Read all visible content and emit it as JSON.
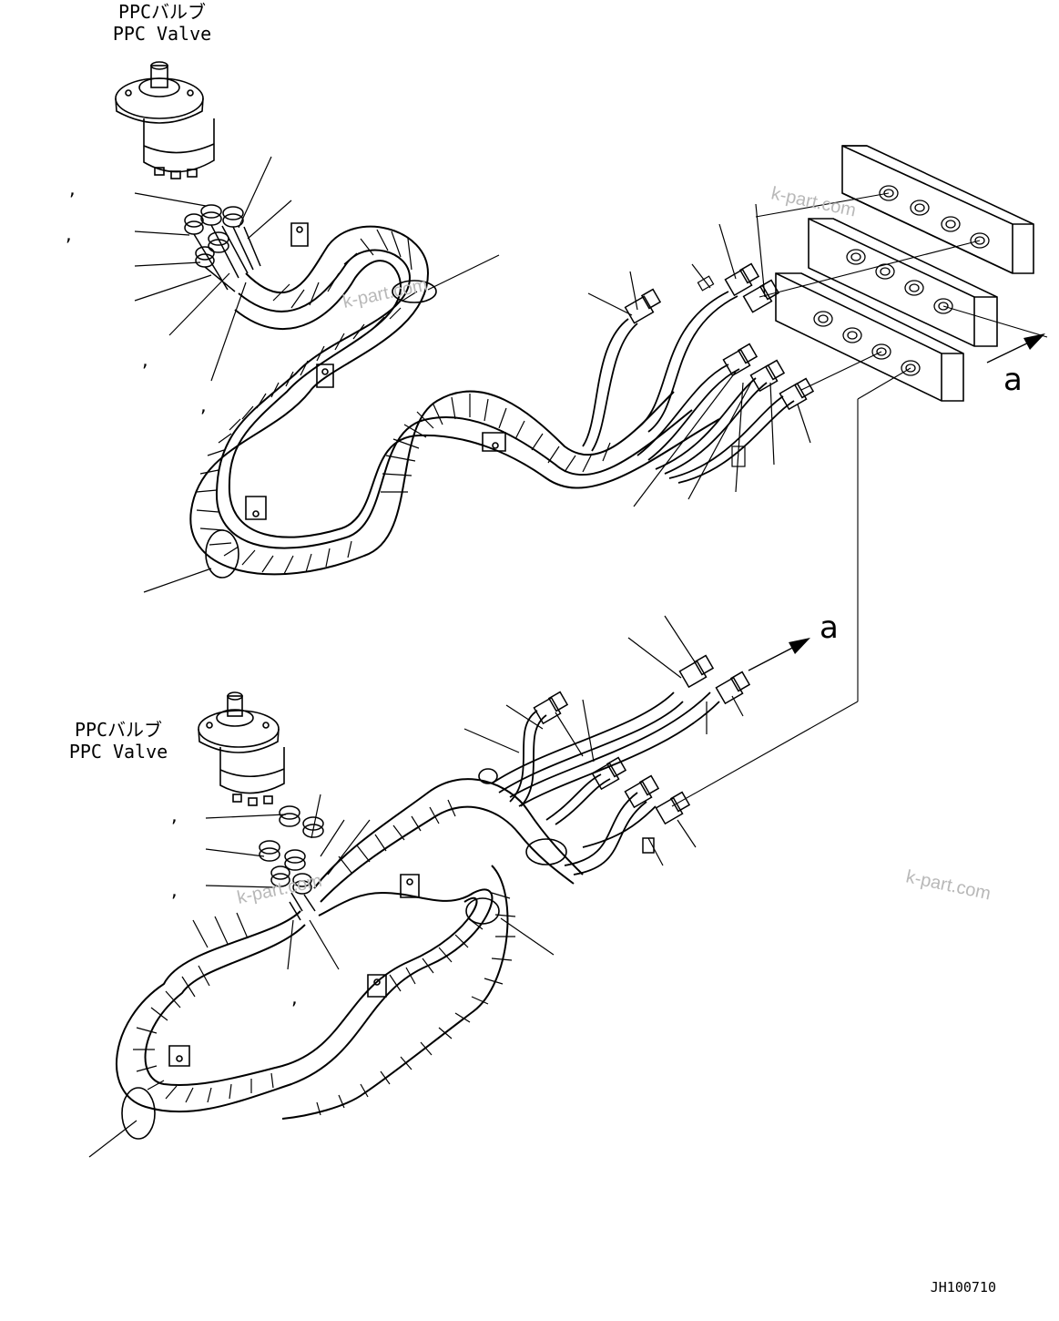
{
  "top_valve": {
    "label_jp": "PPCバルブ",
    "label_en": "PPC Valve"
  },
  "bottom_valve": {
    "label_jp": "PPCバルブ",
    "label_en": "PPC Valve"
  },
  "arrow_right": {
    "label": "a"
  },
  "arrow_mid": {
    "label": "a"
  },
  "watermarks": [
    "k-part.com",
    "k-part.com",
    "k-part.com",
    "k-part.com"
  ],
  "drawing_code": "JH100710",
  "comma_marks": [
    ",",
    ",",
    ",",
    ",",
    ",",
    ",",
    ",",
    ",",
    ","
  ]
}
